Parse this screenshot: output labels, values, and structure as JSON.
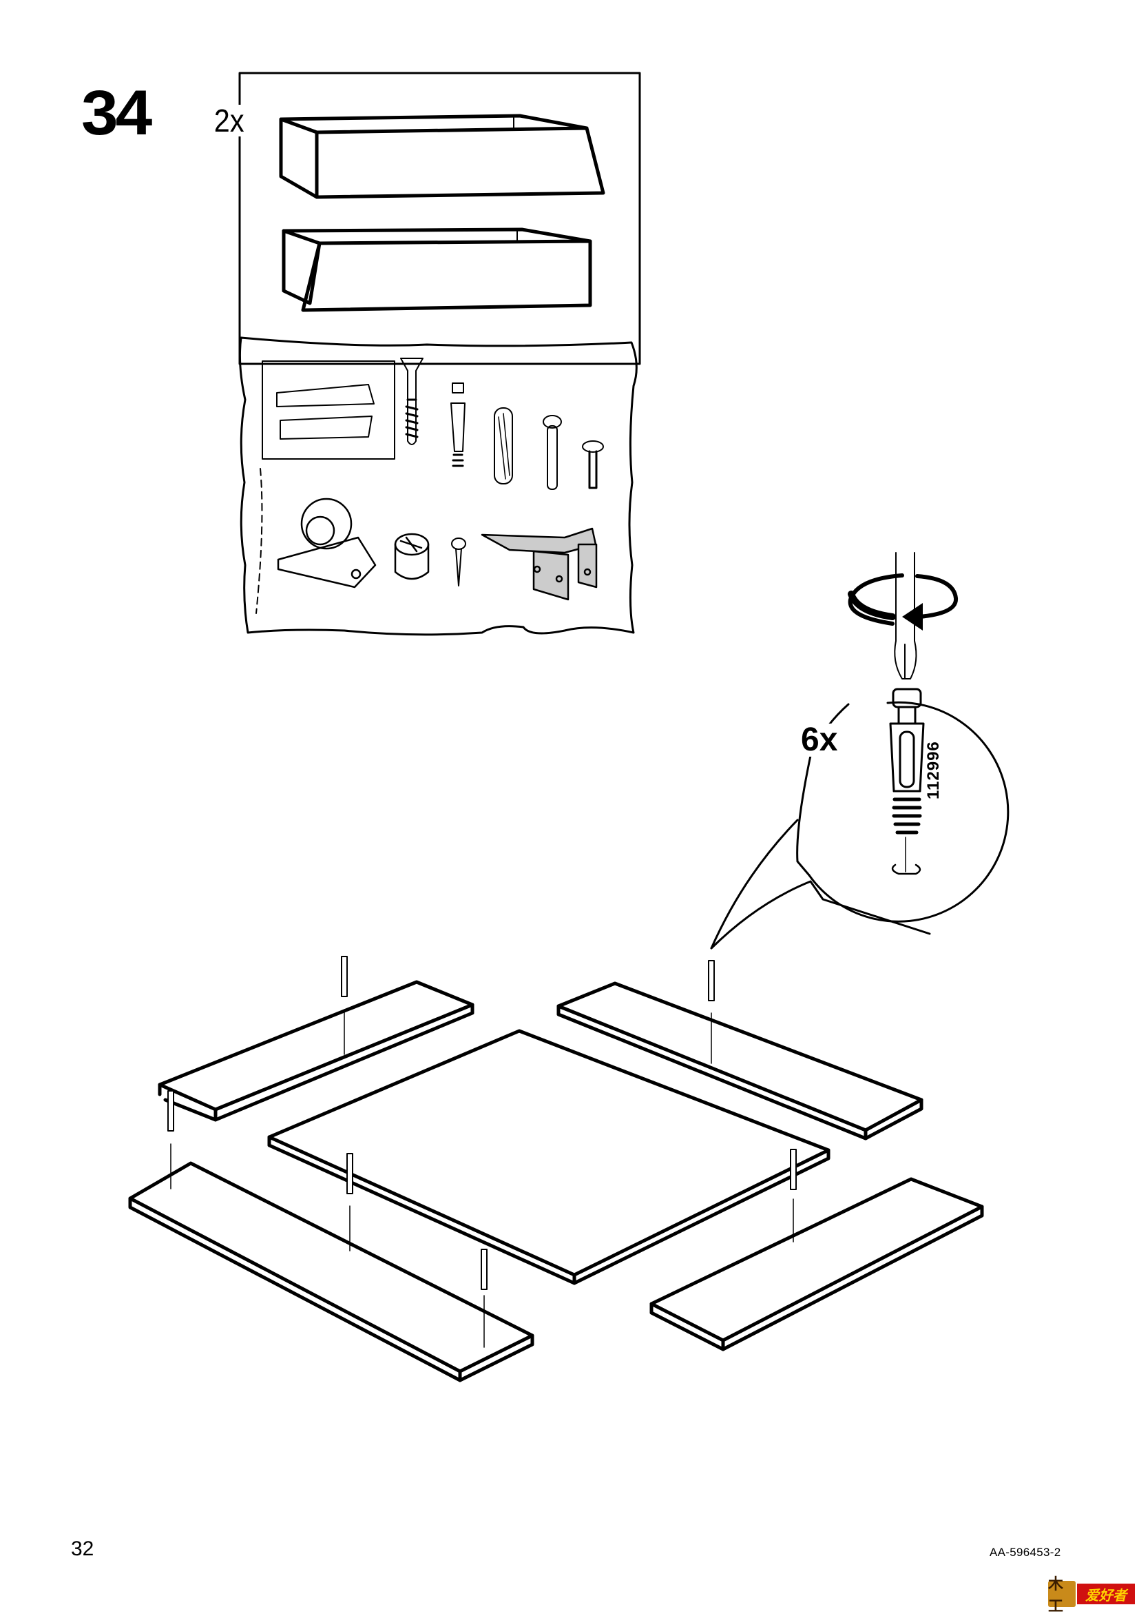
{
  "page": {
    "step_number": "34",
    "page_number": "32",
    "document_code": "AA-596453-2"
  },
  "parts_box": {
    "quantity_label": "2x",
    "items": [
      "drawer-side-panel-left",
      "drawer-side-panel-right"
    ]
  },
  "hardware_panel": {
    "items": [
      "drawer-panels-inset",
      "long-screw",
      "cam-lock-dowel",
      "wood-dowel",
      "short-bolt",
      "small-screw",
      "caster-wheel",
      "cam-lock-nut",
      "pan-head-screw",
      "metal-bracket"
    ]
  },
  "detail_callout": {
    "quantity_label": "6x",
    "part_number": "112996",
    "tool": "phillips-screwdriver",
    "action": "rotate-clockwise"
  },
  "assembly": {
    "boards": [
      "top-left-rail",
      "top-right-rail",
      "center-panel",
      "bottom-left-rail",
      "bottom-right-rail"
    ],
    "dowel_count": 6
  },
  "watermark": {
    "mark": "木工",
    "text": "爱好者"
  }
}
